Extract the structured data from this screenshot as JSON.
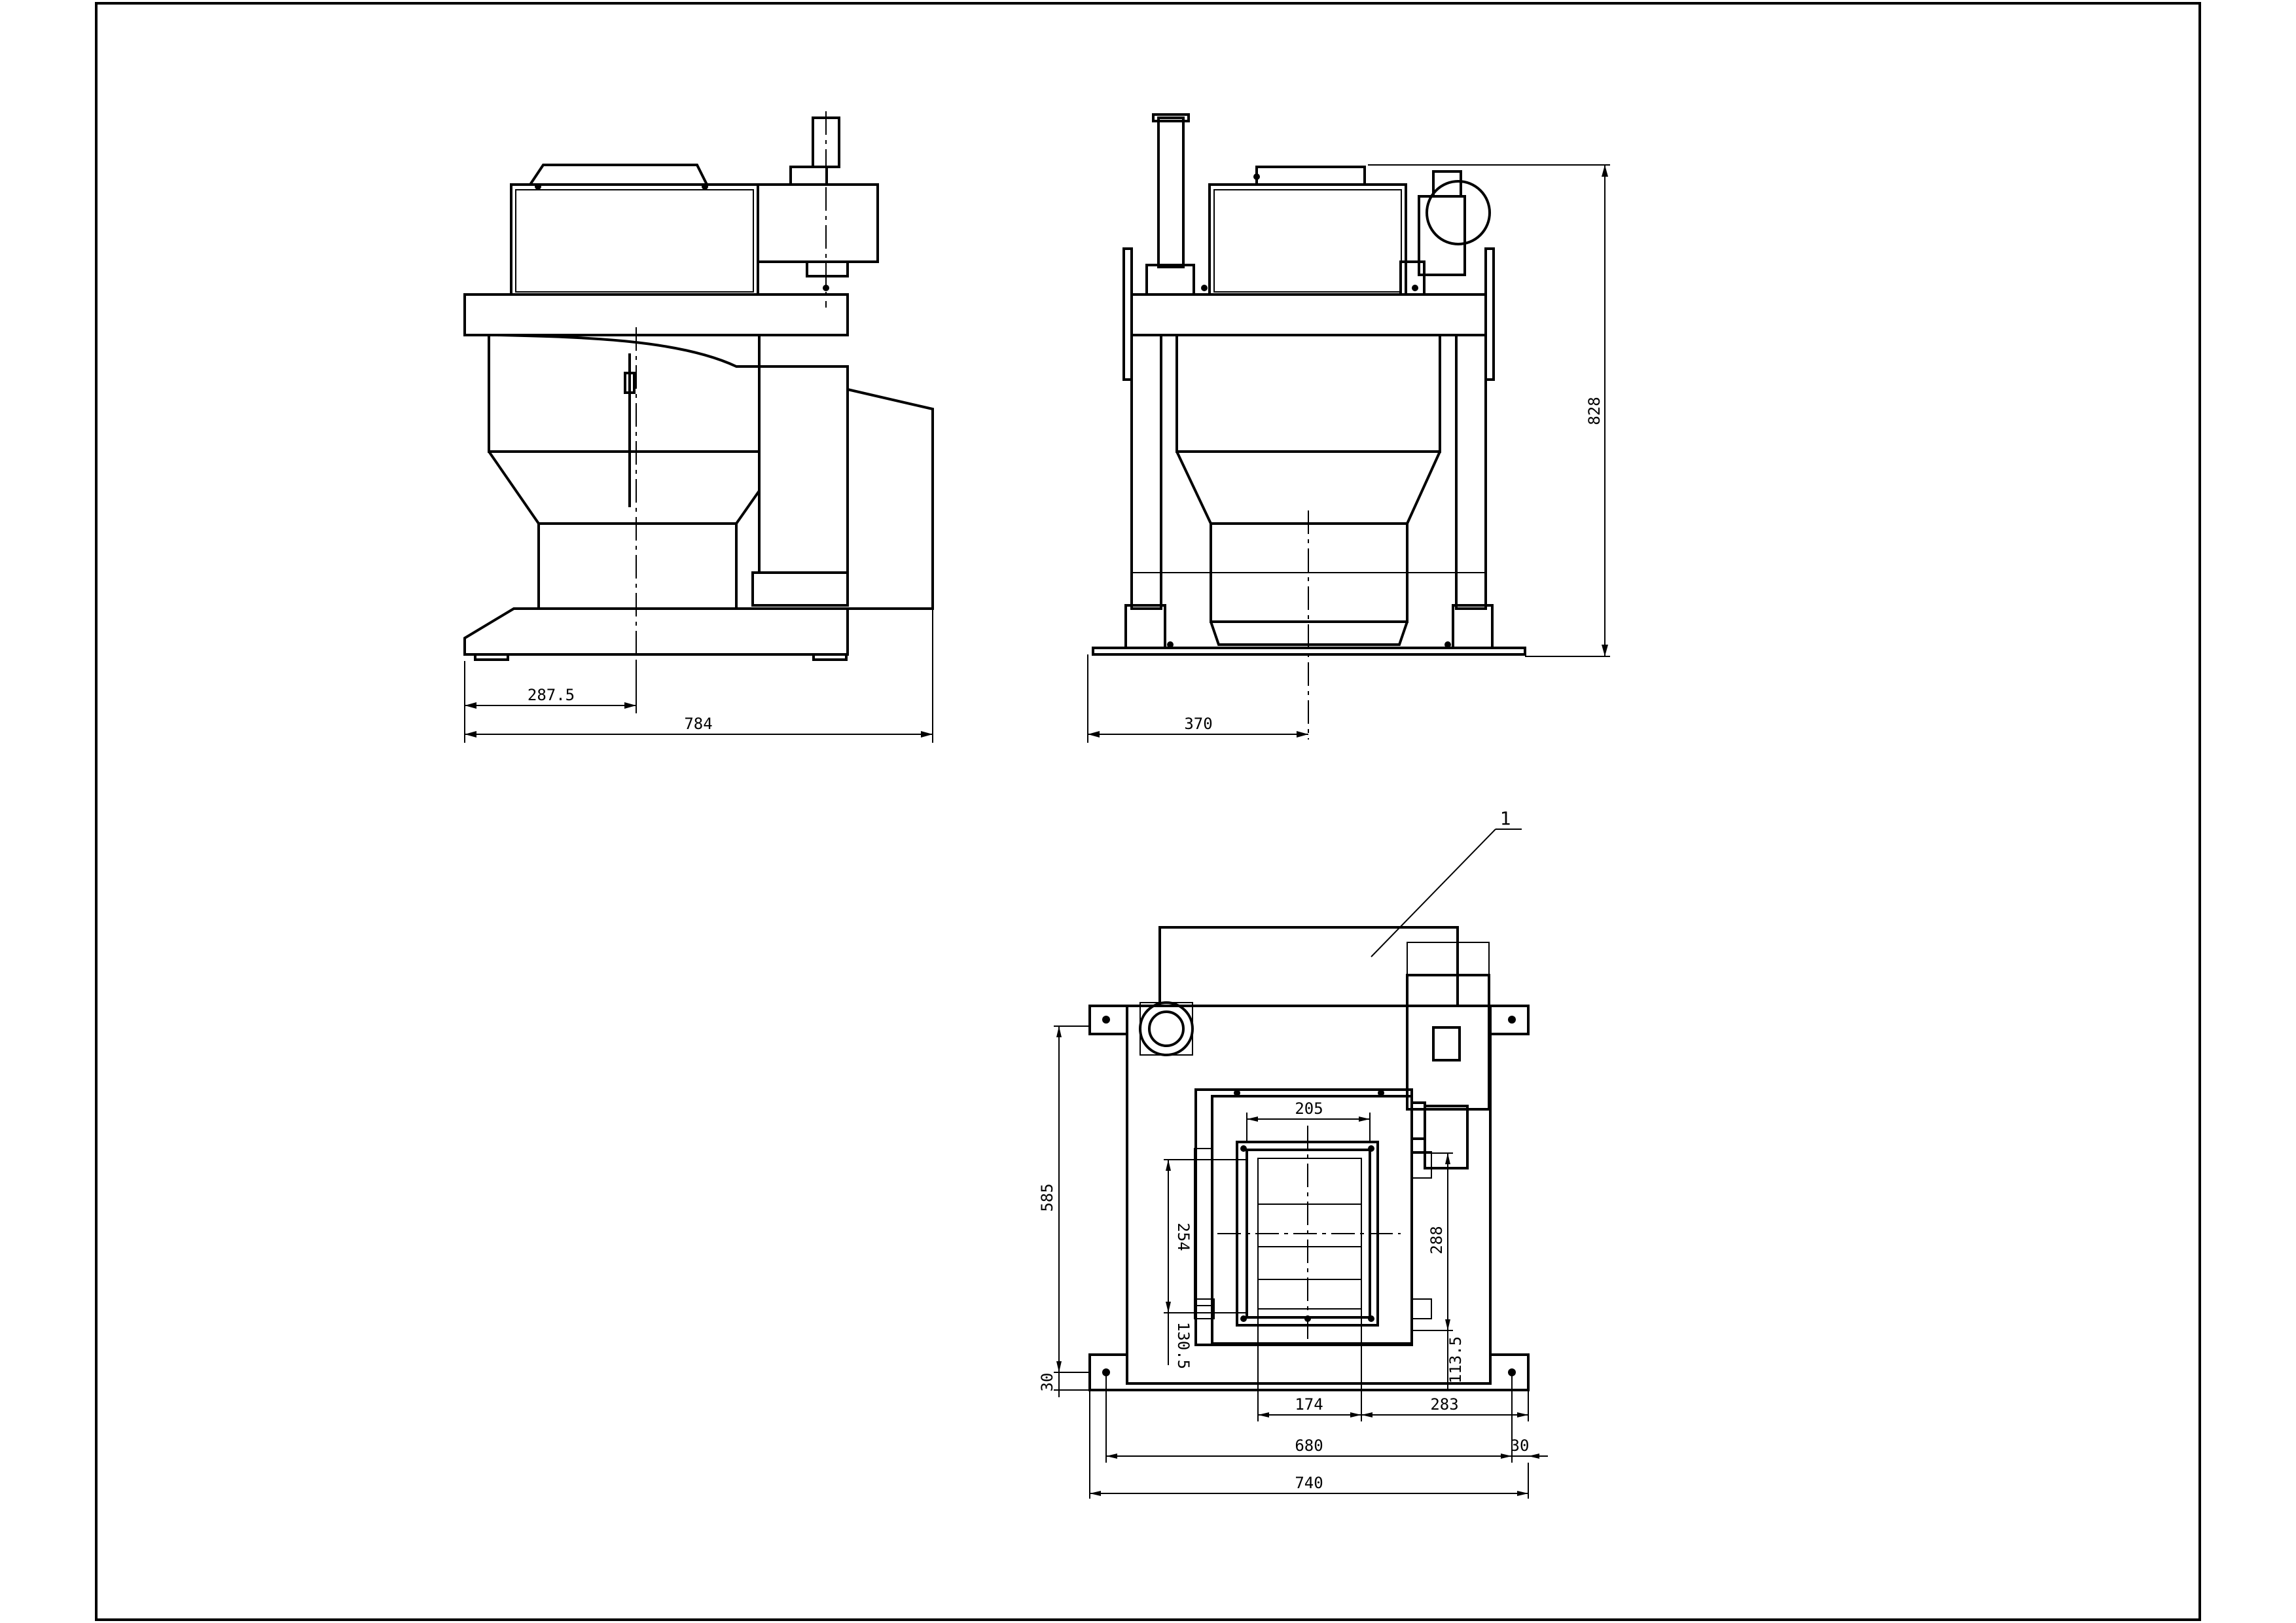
{
  "dimensions": {
    "front_view": {
      "offset": "287.5",
      "overall_width": "784"
    },
    "side_view": {
      "half_width": "370",
      "overall_height": "828"
    },
    "plan_view": {
      "opening_width": "205",
      "opening_depth_outer": "254",
      "opening_depth_inner": "288",
      "offset_left": "130.5",
      "offset_right": "113.5",
      "depth": "585",
      "foot_height": "30",
      "outlet_width": "174",
      "outlet_offset": "283",
      "bolt_spacing": "680",
      "foot_extension": "30",
      "overall_width": "740"
    }
  },
  "part_labels": {
    "item_1": "1"
  }
}
